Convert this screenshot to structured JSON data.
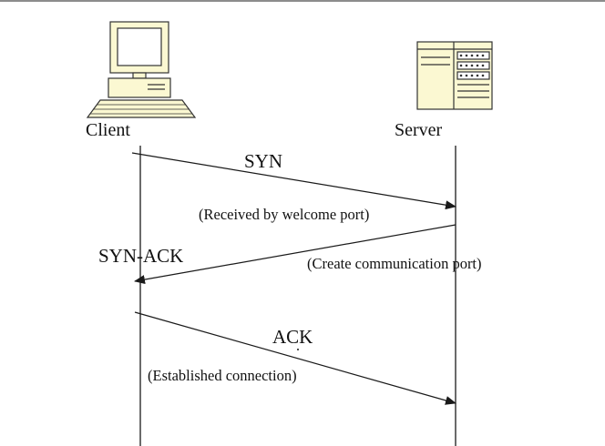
{
  "actors": {
    "client": "Client",
    "server": "Server"
  },
  "messages": {
    "syn": "SYN",
    "syn_ack": "SYN-ACK",
    "ack": "ACK"
  },
  "notes": {
    "received": "(Received by welcome port)",
    "create": "(Create communication port)",
    "established": "(Established connection)"
  },
  "icons": {
    "client": "desktop-computer-icon",
    "server": "server-tower-icon"
  },
  "colors": {
    "line": "#1a1a1a",
    "device_fill": "#fbf8d2",
    "device_stroke": "#333333"
  }
}
